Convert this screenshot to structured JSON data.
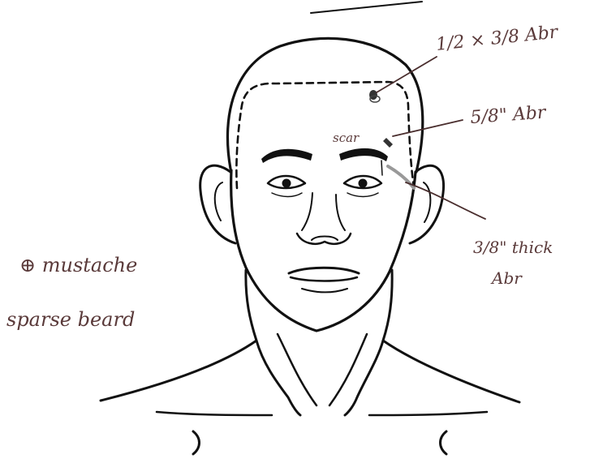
{
  "annotations": {
    "laceration_1": "1/2 × 3/8 Abr",
    "laceration_2": "5/8\" Abr",
    "scar_label": "scar",
    "abrasion_3_line1": "3/8\" thick",
    "abrasion_3_line2": "Abr",
    "facial_hair_line1": "⊕ mustache",
    "facial_hair_line2": "sparse beard"
  },
  "colors": {
    "line_art": "#111111",
    "handwriting": "#5a3a3a",
    "background": "#ffffff"
  }
}
